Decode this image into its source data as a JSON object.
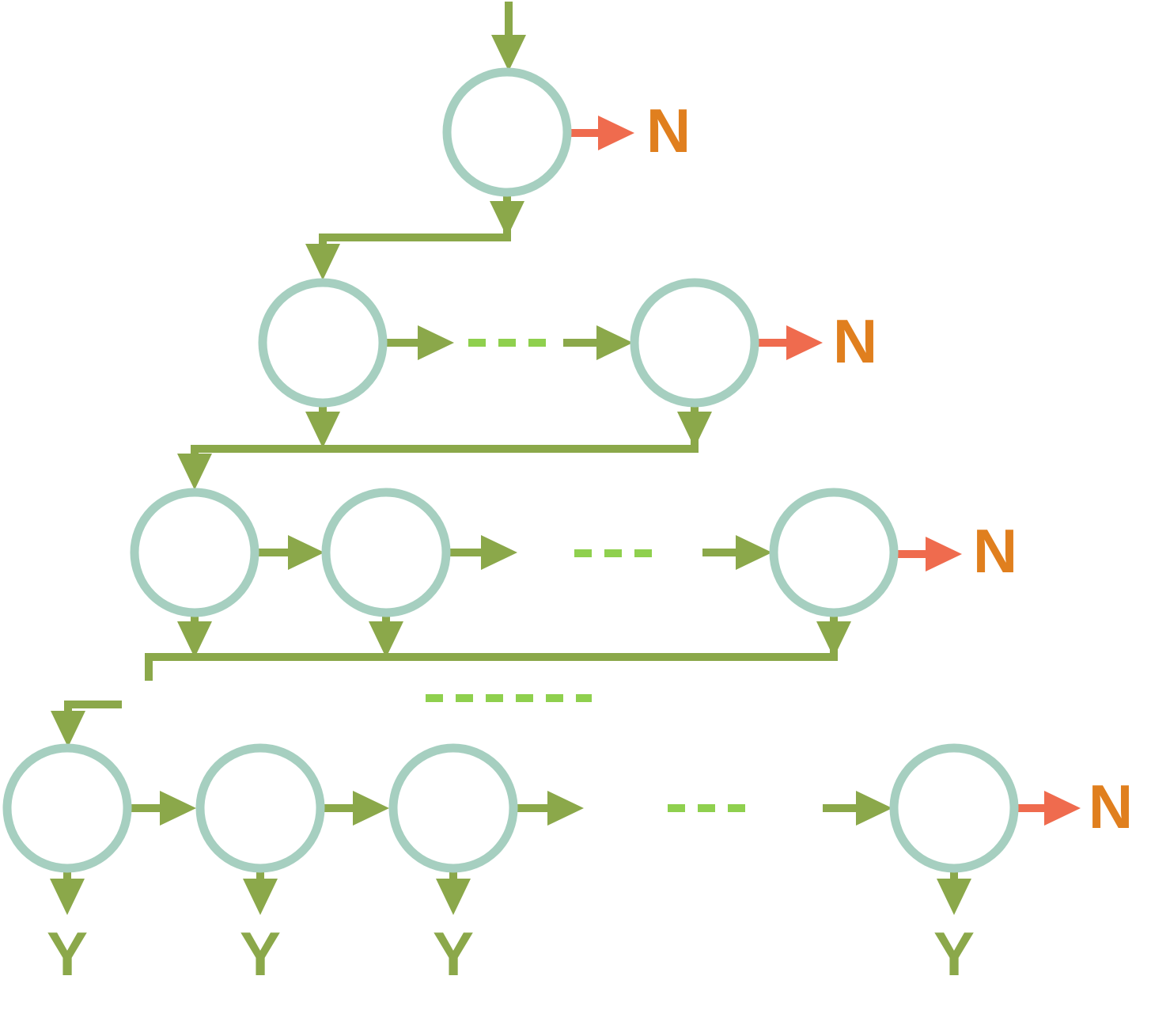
{
  "colors": {
    "node_stroke": "#a6cfc0",
    "flow_arrow": "#8ba84a",
    "reject_arrow": "#ef6b4e",
    "reject_label": "#e07f1e",
    "accept_label": "#8ba84a",
    "ellipsis": "#8fd04e"
  },
  "labels": {
    "reject": "N",
    "accept": "Y"
  },
  "nodes": [
    {
      "id": "n1-1",
      "row": 1
    },
    {
      "id": "n2-1",
      "row": 2
    },
    {
      "id": "n2-k",
      "row": 2
    },
    {
      "id": "n3-1",
      "row": 3
    },
    {
      "id": "n3-2",
      "row": 3
    },
    {
      "id": "n3-k",
      "row": 3
    },
    {
      "id": "n4-1",
      "row": 4
    },
    {
      "id": "n4-2",
      "row": 4
    },
    {
      "id": "n4-3",
      "row": 4
    },
    {
      "id": "n4-k",
      "row": 4
    }
  ]
}
